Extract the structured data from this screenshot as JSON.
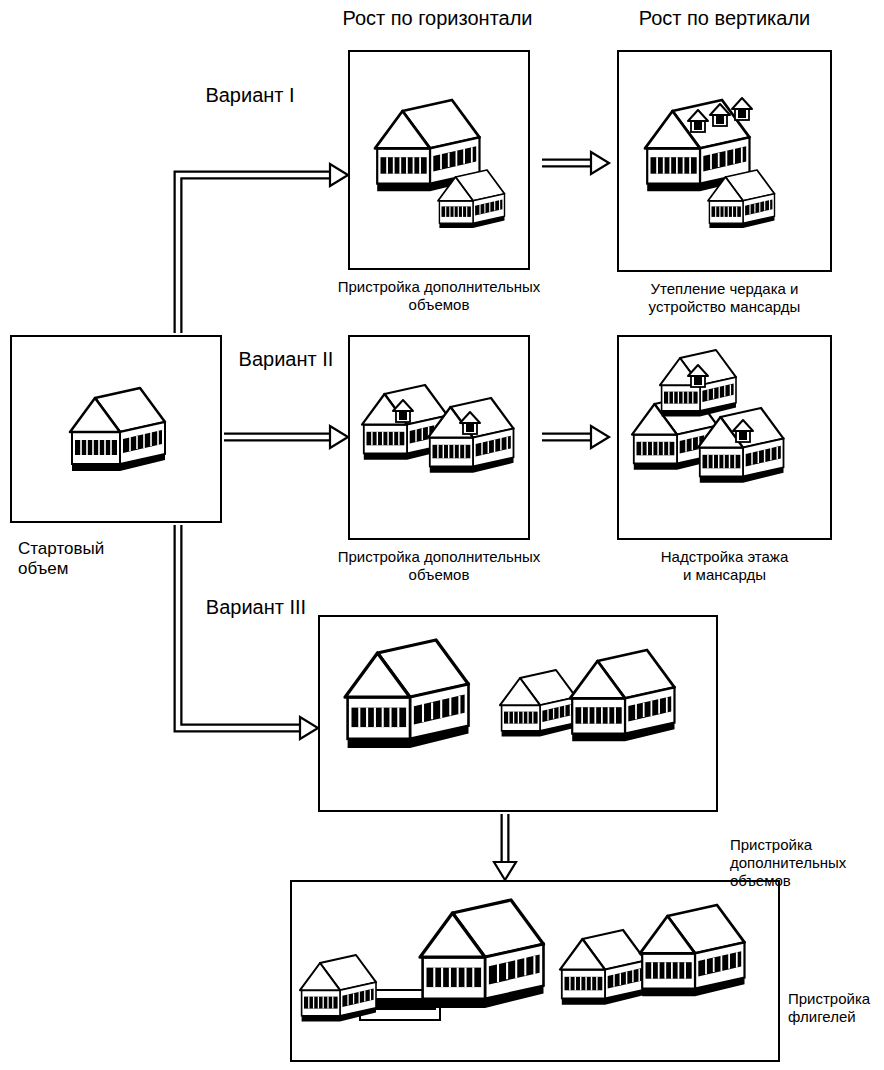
{
  "diagram": {
    "nodes": [
      {
        "text": [
          "Стартовый объем"
        ]
      },
      {
        "text": [
          "Пристройка дополнительных объемов"
        ]
      },
      {
        "text": [
          "Утепление чердака и устройство мансарды"
        ]
      },
      {
        "text": [
          "Пристройка дополнительных объемов"
        ]
      },
      {
        "text": [
          "Надстройка этажа и мансарды"
        ]
      },
      {
        "text": [
          "Пристройка дополнительных объемов"
        ]
      },
      {
        "text": [
          "Пристройка флигелей"
        ]
      }
    ],
    "edges": [
      {
        "from": 0,
        "to": 1,
        "arrow": "to",
        "label": "Вариант I"
      },
      {
        "from": 1,
        "to": 2,
        "arrow": "to"
      },
      {
        "from": 0,
        "to": 3,
        "arrow": "to",
        "label": "Вариант II"
      },
      {
        "from": 3,
        "to": 4,
        "arrow": "to"
      },
      {
        "from": 0,
        "to": 5,
        "arrow": "to",
        "label": "Вариант III"
      },
      {
        "from": 5,
        "to": 6,
        "arrow": "to"
      }
    ],
    "labels": [
      "Рост по горизонтали",
      "Рост по вертикали"
    ]
  }
}
